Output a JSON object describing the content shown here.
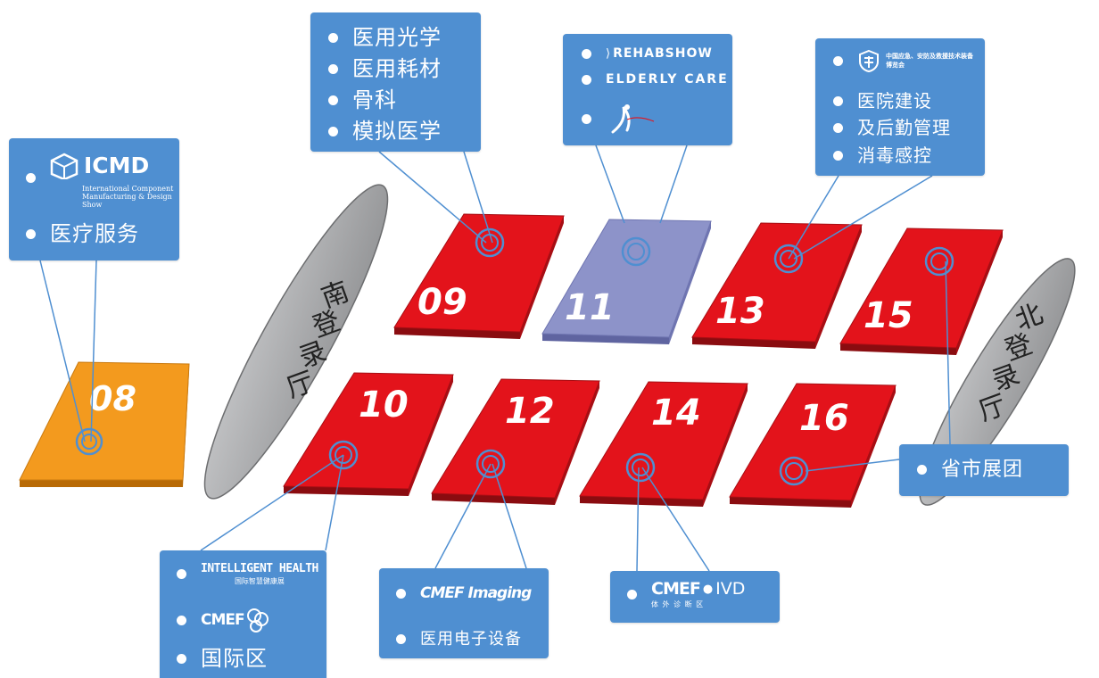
{
  "halls": [
    {
      "id": "08",
      "color": "#f39a1e"
    },
    {
      "id": "09",
      "color": "#e3131b"
    },
    {
      "id": "10",
      "color": "#e3131b"
    },
    {
      "id": "11",
      "color": "#8d93c9"
    },
    {
      "id": "12",
      "color": "#e3131b"
    },
    {
      "id": "13",
      "color": "#e3131b"
    },
    {
      "id": "14",
      "color": "#e3131b"
    },
    {
      "id": "15",
      "color": "#e3131b"
    },
    {
      "id": "16",
      "color": "#e3131b"
    }
  ],
  "lobbies": {
    "south": [
      "南",
      "登",
      "录",
      "厅"
    ],
    "north": [
      "北",
      "登",
      "录",
      "厅"
    ]
  },
  "callouts": {
    "c08": {
      "logo_name": "ICMD",
      "logo_sub": "International Component Manufacturing & Design Show",
      "items": [
        "医疗服务"
      ]
    },
    "c09": {
      "items": [
        "医用光学",
        "医用耗材",
        "骨科",
        "模拟医学"
      ]
    },
    "c11": {
      "logos": [
        "REHABSHOW",
        "ELDERLY CARE",
        ""
      ]
    },
    "c13": {
      "logo_text": "中国应急、安防及救援技术装备博览会",
      "items": [
        "医院建设",
        "及后勤管理",
        "消毒感控"
      ]
    },
    "c10": {
      "logo1": "INTELLIGENT HEALTH",
      "logo1_sub": "国际智慧健康展",
      "logo2": "CMEF",
      "items": [
        "国际区"
      ]
    },
    "c12": {
      "logo": "CMEF Imaging",
      "items": [
        "医用电子设备"
      ]
    },
    "c14": {
      "logo": "CMEF",
      "logo_suffix": "IVD",
      "logo_sub": "体 外 诊 断 区"
    },
    "c16": {
      "items": [
        "省市展团"
      ]
    }
  },
  "colors": {
    "callout": "#4f8fd1",
    "leader": "#4f8fd1",
    "lobby": "#a9aaac"
  }
}
